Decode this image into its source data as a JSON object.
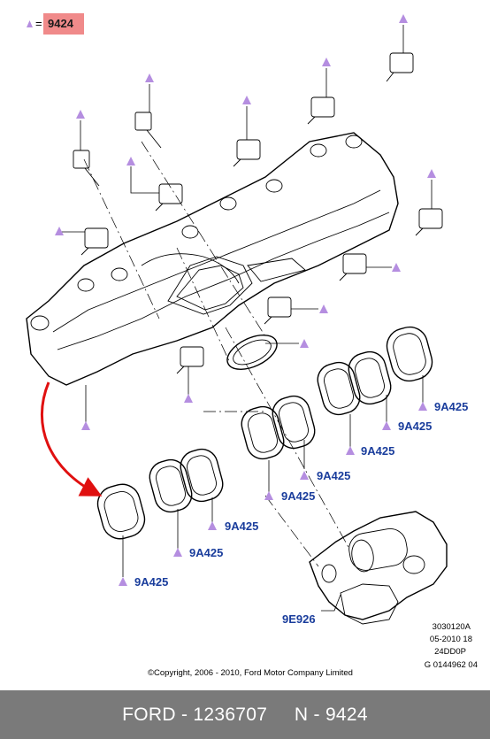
{
  "legend": {
    "symbol": "=",
    "code": "9424"
  },
  "labels": {
    "gasket_a": "9A425",
    "gasket_b": "9A425",
    "gasket_c": "9A425",
    "gasket_d": "9A425",
    "gasket_e": "9A425",
    "gasket_f": "9A425",
    "gasket_g": "9A425",
    "throttle_body": "9E926"
  },
  "figure_meta": {
    "line1": "3030120A",
    "line2": "05-2010 18",
    "line3": "24DD0P",
    "line4": "G 0144962 04"
  },
  "copyright": "©Copyright, 2006 - 2010, Ford Motor Company Limited",
  "footer": {
    "brand": "FORD",
    "sep1": " - ",
    "part": "1236707",
    "sep2": " - ",
    "n_label": "N",
    "n_value": "9424"
  },
  "colors": {
    "label_blue": "#1a3d9c",
    "marker_purple": "#b58ee0",
    "highlight_red": "#f08a8a",
    "arrow_red": "#e01010",
    "footer_gray": "#7a7a7a"
  }
}
